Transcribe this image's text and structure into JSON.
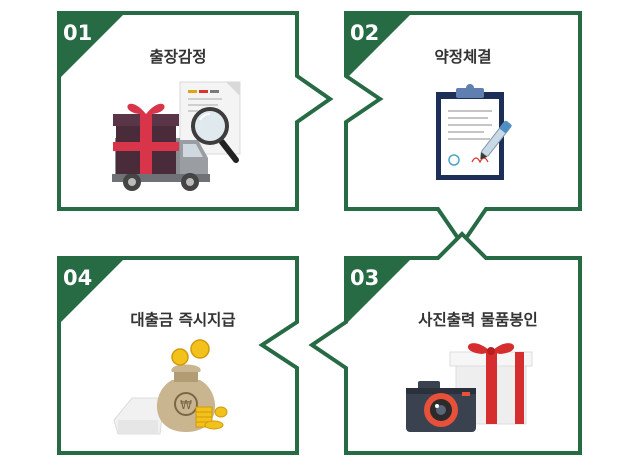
{
  "colors": {
    "frame": "#276b45",
    "badge": "#276b45",
    "num_text": "#ffffff",
    "title_text": "#333333"
  },
  "steps": [
    {
      "num": "01",
      "title": "출장감정",
      "icon": "gift-truck-inspection-icon"
    },
    {
      "num": "02",
      "title": "약정체결",
      "icon": "clipboard-contract-icon"
    },
    {
      "num": "03",
      "title": "사진출력 물품봉인",
      "icon": "camera-gift-box-icon"
    },
    {
      "num": "04",
      "title": "대출금 즉시지급",
      "icon": "money-bag-coins-icon"
    }
  ]
}
